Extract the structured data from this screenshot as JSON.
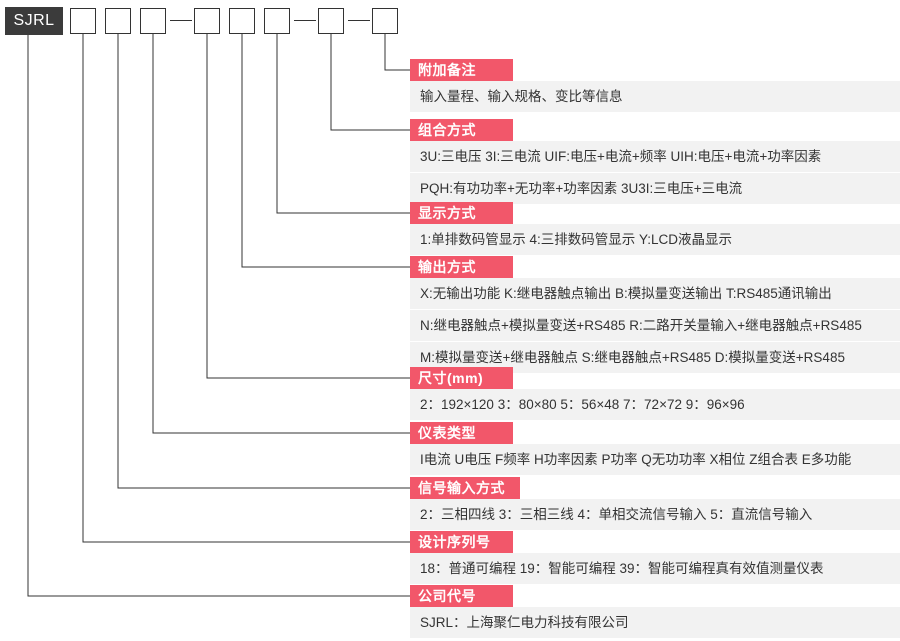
{
  "brand": {
    "code": "SJRL"
  },
  "code_row": {
    "slots": [
      "",
      "",
      "",
      "",
      "",
      "",
      "",
      ""
    ],
    "separators": [
      "—",
      "—",
      "—"
    ]
  },
  "groups": [
    {
      "key": "remarks",
      "label": "附加备注",
      "rows": [
        "输入量程、输入规格、变比等信息"
      ]
    },
    {
      "key": "combination",
      "label": "组合方式",
      "rows": [
        "3U:三电压    3I:三电流    UIF:电压+电流+频率    UIH:电压+电流+功率因素",
        "PQH:有功功率+无功率+功率因素    3U3I:三电压+三电流"
      ]
    },
    {
      "key": "display",
      "label": "显示方式",
      "rows": [
        "1:单排数码管显示    4:三排数码管显示    Y:LCD液晶显示"
      ]
    },
    {
      "key": "output",
      "label": "输出方式",
      "rows": [
        "X:无输出功能    K:继电器触点输出    B:模拟量变送输出    T:RS485通讯输出",
        "N:继电器触点+模拟量变送+RS485    R:二路开关量输入+继电器触点+RS485",
        "M:模拟量变送+继电器触点   S:继电器触点+RS485    D:模拟量变送+RS485"
      ]
    },
    {
      "key": "size",
      "label": "尺寸(mm)",
      "rows": [
        "2：192×120    3：80×80    5：56×48    7：72×72    9：96×96"
      ]
    },
    {
      "key": "meter_type",
      "label": "仪表类型",
      "rows": [
        "I电流  U电压  F频率  H功率因素  P功率  Q无功功率  X相位  Z组合表  E多功能"
      ]
    },
    {
      "key": "signal_input",
      "label": "信号输入方式",
      "rows": [
        "2：三相四线   3：三相三线    4：单相交流信号输入    5：直流信号输入"
      ]
    },
    {
      "key": "design_serial",
      "label": "设计序列号",
      "rows": [
        "18：普通可编程   19：智能可编程   39：智能可编程真有效值测量仪表"
      ]
    },
    {
      "key": "company",
      "label": "公司代号",
      "rows": [
        "SJRL：上海聚仁电力科技有限公司"
      ]
    }
  ],
  "colors": {
    "accent_red": "#F2576A",
    "brand_box": "#3b3b3b",
    "row_bg": "#f2f2f2",
    "line": "#333333"
  }
}
